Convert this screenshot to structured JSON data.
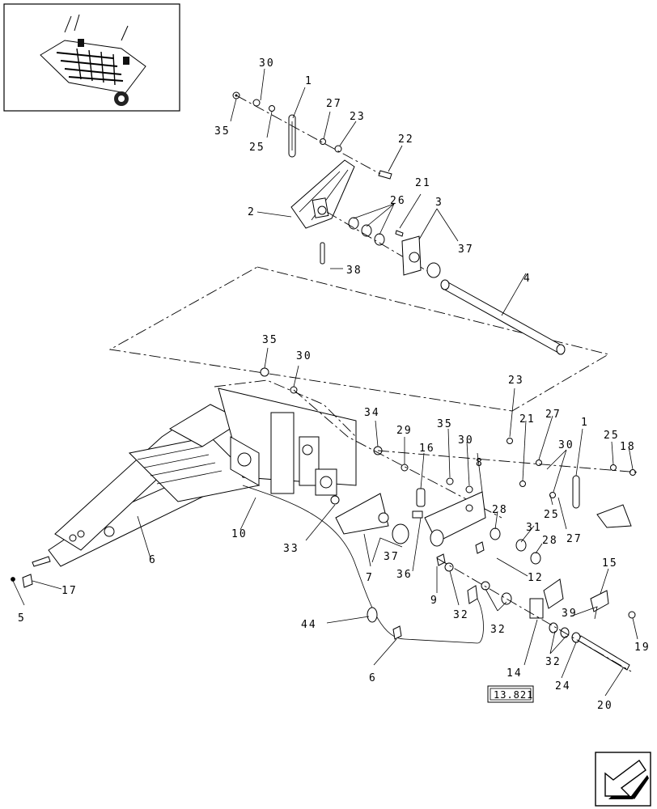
{
  "callouts": {
    "c30a": "30",
    "c35a": "35",
    "c25a": "25",
    "c1a": "1",
    "c27a": "27",
    "c23a": "23",
    "c22": "22",
    "c2": "2",
    "c26": "26",
    "c21a": "21",
    "c3": "3",
    "c37a": "37",
    "c38": "38",
    "c4": "4",
    "c35b": "35",
    "c30b": "30",
    "c23b": "23",
    "c34": "34",
    "c29": "29",
    "c35c": "35",
    "c30c": "30",
    "c16": "16",
    "c8": "8",
    "c21b": "21",
    "c27b": "27",
    "c30d": "30",
    "c1b": "1",
    "c25b": "25",
    "c18": "18",
    "c25c": "25",
    "c27c": "27",
    "c28a": "28",
    "c31": "31",
    "c28b": "28",
    "c10": "10",
    "c33": "33",
    "c37b": "37",
    "c7": "7",
    "c36": "36",
    "c9": "9",
    "c12": "12",
    "c32a": "32",
    "c32b": "32",
    "c15": "15",
    "c39": "39",
    "c19": "19",
    "c6a": "6",
    "c17": "17",
    "c5": "5",
    "c44": "44",
    "c6b": "6",
    "c14": "14",
    "c32c": "32",
    "c24": "24",
    "c20": "20"
  },
  "reference_box": "13.821",
  "icons": {
    "thumbnail": "baler-thumbnail-icon",
    "nav": "navigation-arrow-icon"
  }
}
